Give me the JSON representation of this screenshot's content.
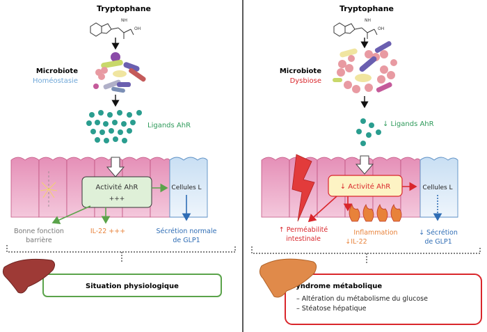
{
  "left_panel": {
    "tryptophane": "Tryptophane",
    "microbiote": "Microbiote",
    "state": "Homéostasie",
    "ligands": "Ligands AhR",
    "ahr_title": "Activité AhR",
    "ahr_level": "+++",
    "cells_label": "Cellules L",
    "barrier_line1": "Bonne fonction",
    "barrier_line2": "barrière",
    "il22": "IL-22 +++",
    "glp1_line1": "Sécrétion normale",
    "glp1_line2": "de GLP1",
    "outcome": "Situation physiologique"
  },
  "right_panel": {
    "tryptophane": "Tryptophane",
    "microbiote": "Microbiote",
    "state": "Dysbiose",
    "ligands": "↓ Ligands AhR",
    "ahr_title": "↓ Activité AhR",
    "cells_label": "Cellules L",
    "perm_line1": "↑ Perméabilité",
    "perm_line2": "intestinale",
    "inflammation": "Inflammation",
    "il22": "↓IL-22",
    "glp1_line1": "↓ Sécrétion",
    "glp1_line2": "de GLP1",
    "outcome_title": "Syndrome métabolique",
    "outcome_item1": "– Altération du métabolisme du glucose",
    "outcome_item2": "– Stéatose hépatique"
  },
  "colors": {
    "green": "#2e9a5a",
    "light_blue": "#6fa7d8",
    "red": "#d9262b",
    "orange": "#e8823a",
    "blue": "#2f6db5",
    "olive_green": "#5aa34a",
    "liver": "#9e3a36"
  }
}
